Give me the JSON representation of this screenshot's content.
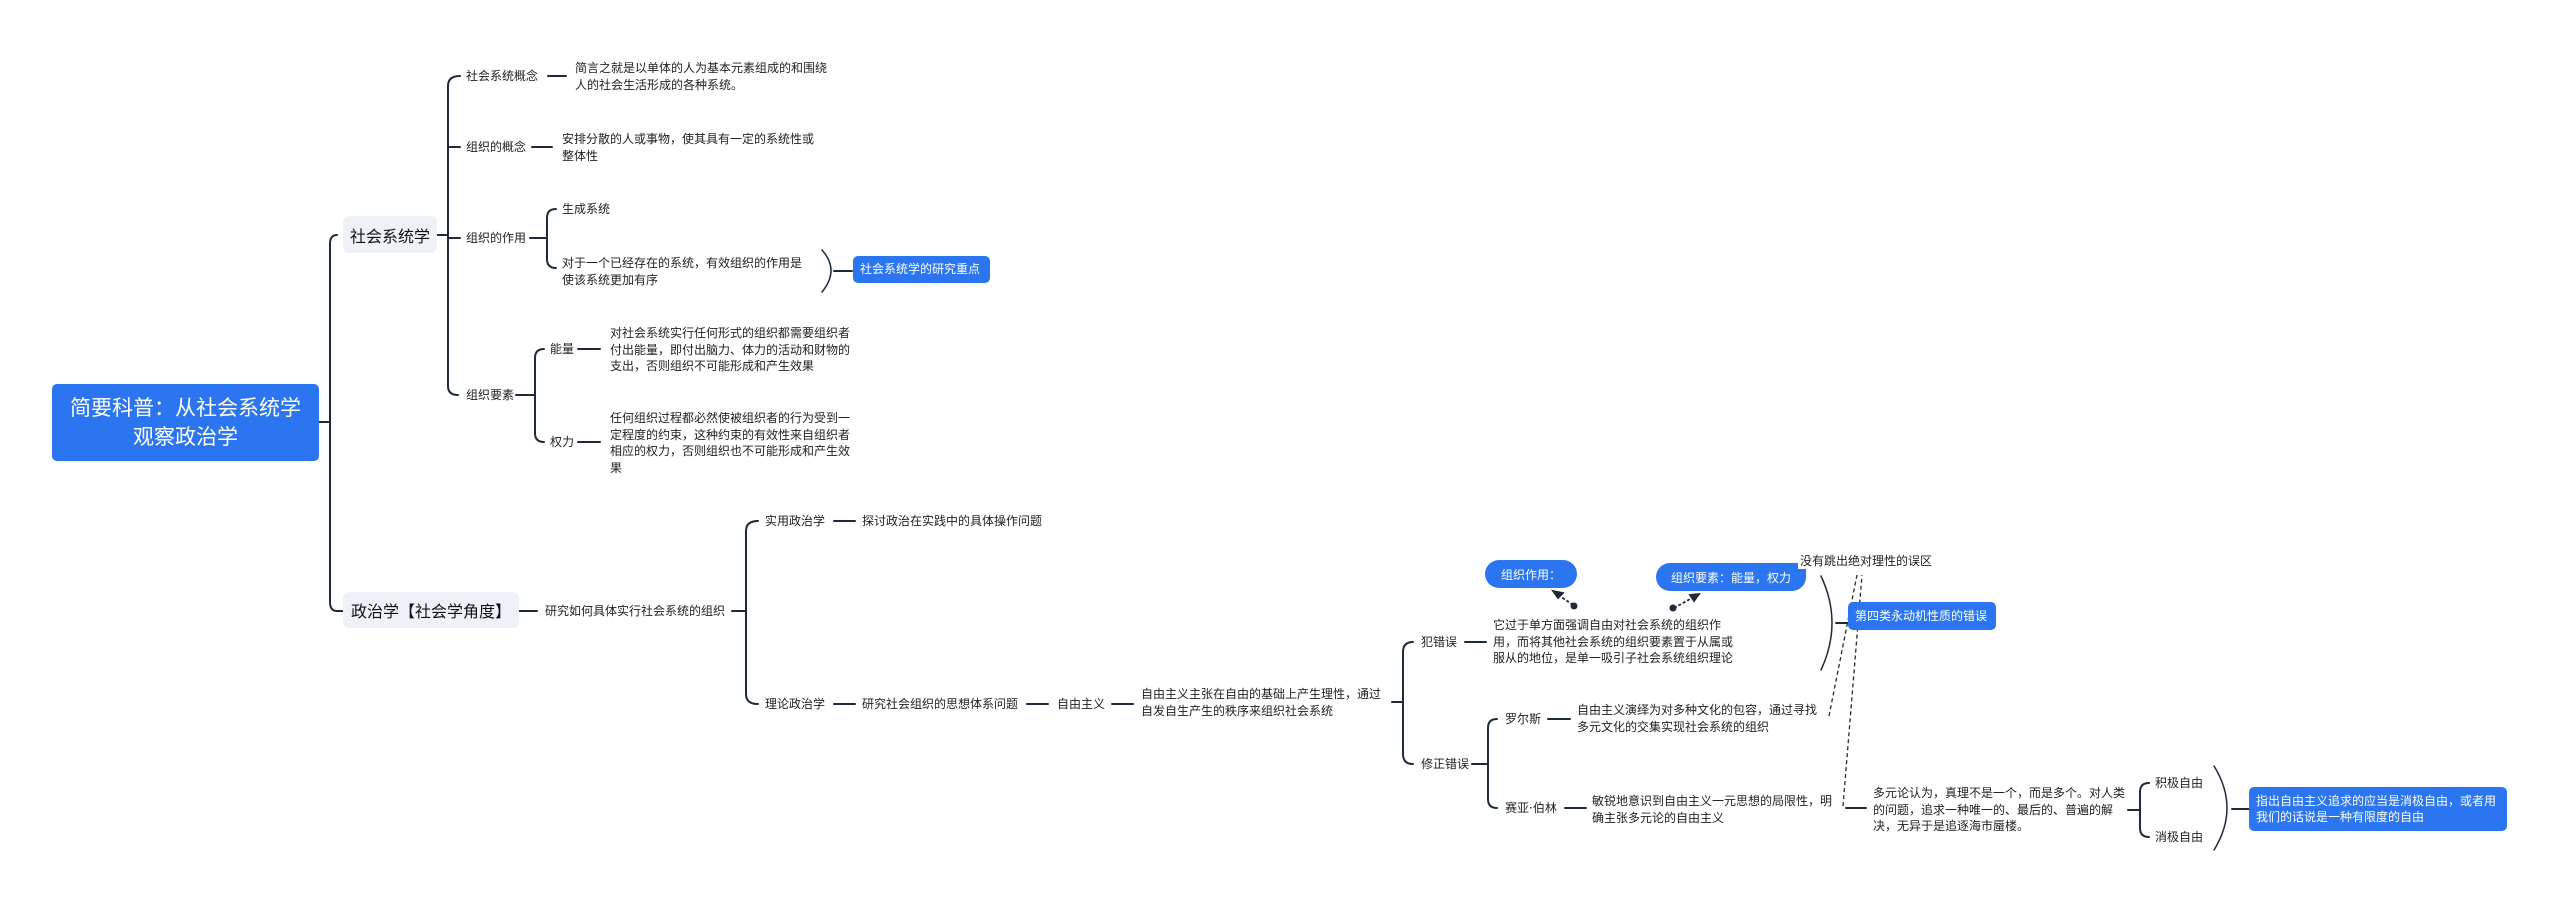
{
  "root": {
    "title": "简要科普：从社会系统学观察政治学"
  },
  "colors": {
    "accent": "#2b75f0",
    "branch_bg": "#eef1f5",
    "line": "#1f2a3a"
  },
  "branches": [
    {
      "label": "社会系统学",
      "children": [
        {
          "label": "社会系统概念",
          "detail": "简言之就是以单体的人为基本元素组成的和围绕人的社会生活形成的各种系统。"
        },
        {
          "label": "组织的概念",
          "detail": "安排分散的人或事物，使其具有一定的系统性或整体性"
        },
        {
          "label": "组织的作用",
          "children": [
            {
              "label": "生成系统"
            },
            {
              "label": "对于一个已经存在的系统，有效组织的作用是使该系统更加有序"
            }
          ],
          "summary": "社会系统学的研究重点"
        },
        {
          "label": "组织要素",
          "children": [
            {
              "label": "能量",
              "detail": "对社会系统实行任何形式的组织都需要组织者付出能量，即付出脑力、体力的活动和财物的支出，否则组织不可能形成和产生效果"
            },
            {
              "label": "权力",
              "detail": "任何组织过程都必然使被组织者的行为受到一定程度的约束，这种约束的有效性来自组织者相应的权力，否则组织也不可能形成和产生效果"
            }
          ]
        }
      ]
    },
    {
      "label": "政治学【社会学角度】",
      "definition": "研究如何具体实行社会系统的组织",
      "children": [
        {
          "label": "实用政治学",
          "detail": "探讨政治在实践中的具体操作问题"
        },
        {
          "label": "理论政治学",
          "detail": "研究社会组织的思想体系问题",
          "liberalism": {
            "label": "自由主义",
            "detail": "自由主义主张在自由的基础上产生理性，通过自发自生产生的秩序来组织社会系统",
            "mistake": {
              "label": "犯错误",
              "detail": "它过于单方面强调自由对社会系统的组织作用，而将其他社会系统的组织要素置于从属或服从的地位，是单一吸引子社会系统组织理论",
              "callouts": [
                "组织作用：",
                "组织要素：能量，权力"
              ]
            },
            "correction": {
              "label": "修正错误",
              "children": [
                {
                  "label": "罗尔斯",
                  "detail": "自由主义演绎为对多种文化的包容，通过寻找多元文化的交集实现社会系统的组织"
                },
                {
                  "label": "赛亚·伯林",
                  "detail": "敏锐地意识到自由主义一元思想的局限性，明确主张多元论的自由主义"
                }
              ]
            },
            "error_summary": {
              "note": "没有跳出绝对理性的误区",
              "label": "第四类永动机性质的错误"
            },
            "pluralism": {
              "detail": "多元论认为，真理不是一个，而是多个。对人类的问题，追求一种唯一的、最后的、普遍的解决，无异于是追逐海市蜃楼。",
              "children": [
                "积极自由",
                "消极自由"
              ],
              "summary": "指出自由主义追求的应当是消极自由，或者用我们的话说是一种有限度的自由"
            }
          }
        }
      ]
    }
  ]
}
